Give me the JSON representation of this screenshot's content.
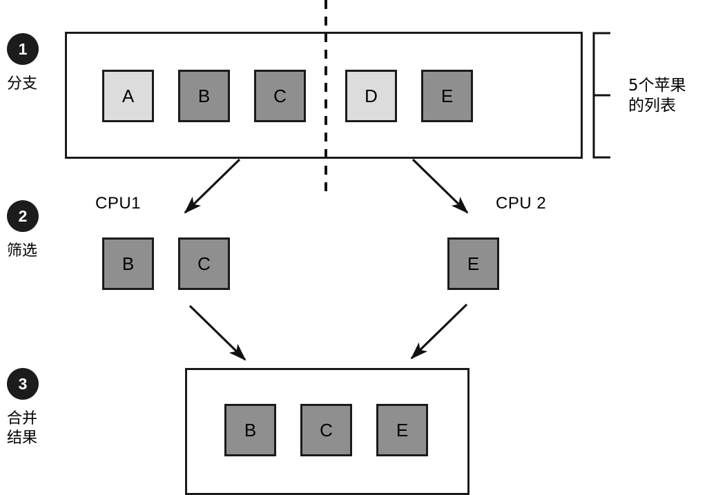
{
  "diagram": {
    "title_hidden": "",
    "colors": {
      "stroke": "#1a1a1a",
      "badge_bg": "#1c1c1c",
      "fill_light": "#dcdcdc",
      "fill_dark": "#8f8f8f",
      "background": "#ffffff"
    }
  },
  "steps": [
    {
      "number": "1",
      "label": "分支"
    },
    {
      "number": "2",
      "label": "筛选"
    },
    {
      "number": "3",
      "label": "合并\n结果"
    }
  ],
  "annotation": {
    "bracket_label": "5个苹果\n的列表"
  },
  "cpu_labels": {
    "left": "CPU1",
    "right": "CPU 2"
  },
  "stage1": {
    "items": [
      {
        "letter": "A",
        "shade": "light"
      },
      {
        "letter": "B",
        "shade": "dark"
      },
      {
        "letter": "C",
        "shade": "dark"
      },
      {
        "letter": "D",
        "shade": "light"
      },
      {
        "letter": "E",
        "shade": "dark"
      }
    ]
  },
  "stage2": {
    "left_items": [
      {
        "letter": "B",
        "shade": "dark"
      },
      {
        "letter": "C",
        "shade": "dark"
      }
    ],
    "right_items": [
      {
        "letter": "E",
        "shade": "dark"
      }
    ]
  },
  "stage3": {
    "items": [
      {
        "letter": "B",
        "shade": "dark"
      },
      {
        "letter": "C",
        "shade": "dark"
      },
      {
        "letter": "E",
        "shade": "dark"
      }
    ]
  }
}
